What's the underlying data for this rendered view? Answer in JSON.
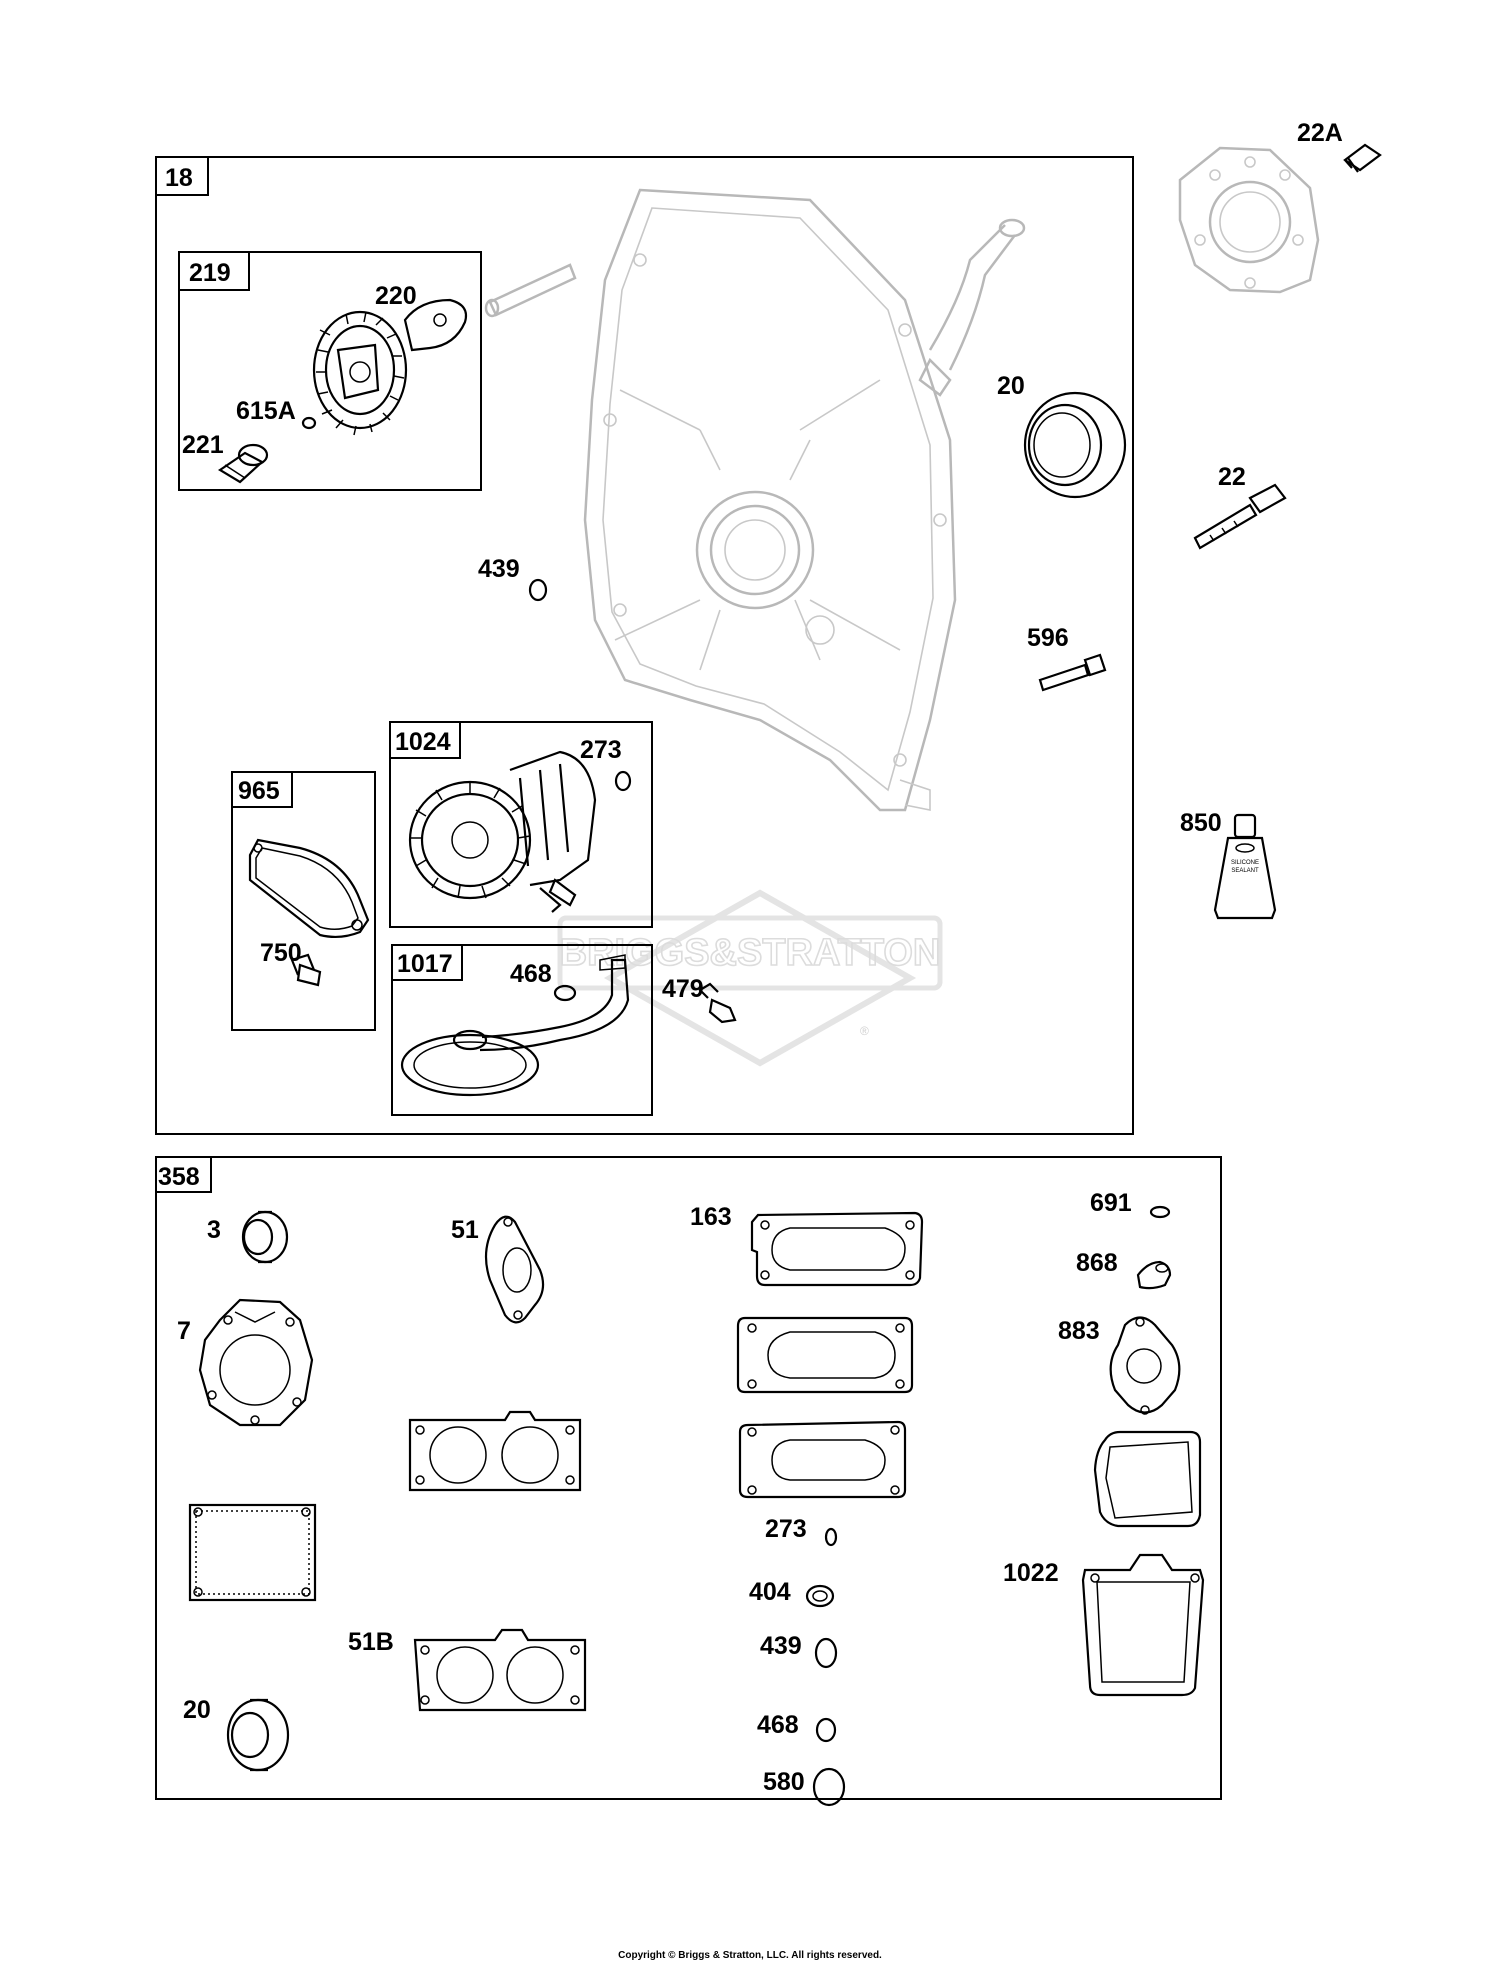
{
  "assemblies": [
    {
      "id": "18",
      "label": "18",
      "sub_boxes": [
        "219",
        "965",
        "1024",
        "1017"
      ]
    },
    {
      "id": "358",
      "label": "358"
    }
  ],
  "sub_boxes": {
    "b219": "219",
    "b965": "965",
    "b1024": "1024",
    "b1017": "1017"
  },
  "callouts": {
    "c22A": "22A",
    "c220": "220",
    "c615A": "615A",
    "c221": "221",
    "c20a": "20",
    "c22": "22",
    "c439a": "439",
    "c596": "596",
    "c273a": "273",
    "c850": "850",
    "c750": "750",
    "c468a": "468",
    "c479": "479",
    "c3": "3",
    "c51": "51",
    "c163": "163",
    "c691": "691",
    "c868": "868",
    "c7": "7",
    "c883": "883",
    "c273b": "273",
    "c404": "404",
    "c1022": "1022",
    "c51B": "51B",
    "c439b": "439",
    "c20b": "20",
    "c468b": "468",
    "c580": "580"
  },
  "watermark": {
    "text": "BRIGGS&STRATTON",
    "registered": "®"
  },
  "sealant_tube": {
    "line1": "SILICONE",
    "line2": "SEALANT"
  },
  "footer": "Copyright © Briggs & Stratton, LLC. All rights reserved."
}
